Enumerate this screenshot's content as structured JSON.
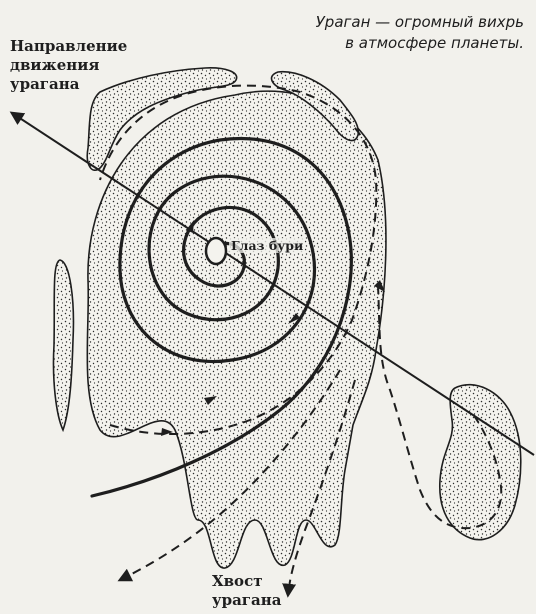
{
  "labels": {
    "direction": [
      "Направление",
      "движения",
      "урагана"
    ],
    "eye": "Глаз бури",
    "tail": [
      "Хвост",
      "урагана"
    ],
    "caption": [
      "Ураган — огромный вихрь",
      "в атмосфере планеты."
    ]
  },
  "colors": {
    "background": "#f2f1ec",
    "ink": "#1e1e1e",
    "stipple": "#2a2a2a"
  }
}
